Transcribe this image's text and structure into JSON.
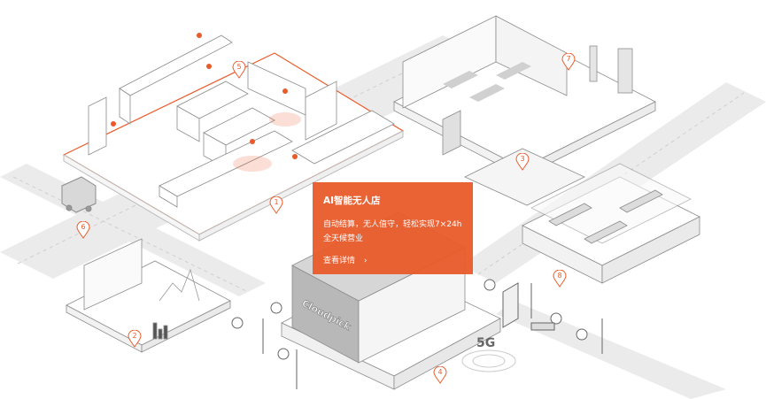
{
  "card": {
    "title": "AI智能无人店",
    "description": "自动结算，无人值守，轻松实现7×24h全天候营业",
    "link_label": "查看详情",
    "chevron": "chevron-right-icon"
  },
  "pins": [
    "1",
    "2",
    "3",
    "4",
    "5",
    "6",
    "7",
    "8"
  ],
  "storefront": {
    "brand": "Cloudpick"
  },
  "tower": {
    "label": "5G"
  },
  "colors": {
    "accent": "#e95b2b",
    "line": "#9a9a9a",
    "road": "#ebebeb"
  }
}
